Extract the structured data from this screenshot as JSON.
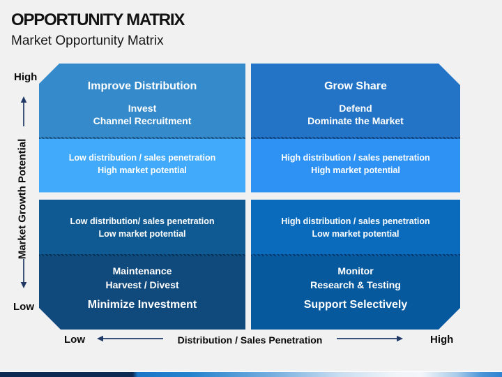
{
  "page": {
    "title": "OPPORTUNITY MATRIX",
    "subtitle": "Market Opportunity Matrix"
  },
  "matrix": {
    "quadrants": {
      "top_left": {
        "title": "Improve Distribution",
        "lines": [
          "Invest",
          "Channel Recruitment"
        ],
        "descriptor": [
          "Low distribution / sales penetration",
          "High market potential"
        ]
      },
      "top_right": {
        "title": "Grow Share",
        "lines": [
          "Defend",
          "Dominate the Market"
        ],
        "descriptor": [
          "High distribution / sales penetration",
          "High market potential"
        ]
      },
      "bottom_left": {
        "title": "Minimize Investment",
        "lines": [
          "Maintenance",
          "Harvest / Divest"
        ],
        "descriptor": [
          "Low distribution/ sales penetration",
          "Low market potential"
        ]
      },
      "bottom_right": {
        "title": "Support Selectively",
        "lines": [
          "Monitor",
          "Research & Testing"
        ],
        "descriptor": [
          "High distribution / sales penetration",
          "Low market potential"
        ]
      }
    },
    "colors": {
      "top_left_main": "#348ACB",
      "top_left_descriptor": "#41AAFA",
      "top_right_main": "#2374C6",
      "top_right_descriptor": "#2D92F4",
      "bottom_left_main": "#10497C",
      "bottom_left_descriptor": "#0F5A92",
      "bottom_right_main": "#07599E",
      "bottom_right_descriptor": "#0A6BBD",
      "text": "#FFFFFF"
    }
  },
  "axes": {
    "y": {
      "label": "Market Growth Potential",
      "top": "High",
      "bottom": "Low"
    },
    "x": {
      "label": "Distribution / Sales Penetration",
      "left": "Low",
      "right": "High"
    },
    "arrow_color": "#1F3864"
  },
  "footer": {
    "stripe_colors": [
      "#0D2A52",
      "#1B77C7",
      "#F3F6FA",
      "#2F83D1"
    ]
  }
}
